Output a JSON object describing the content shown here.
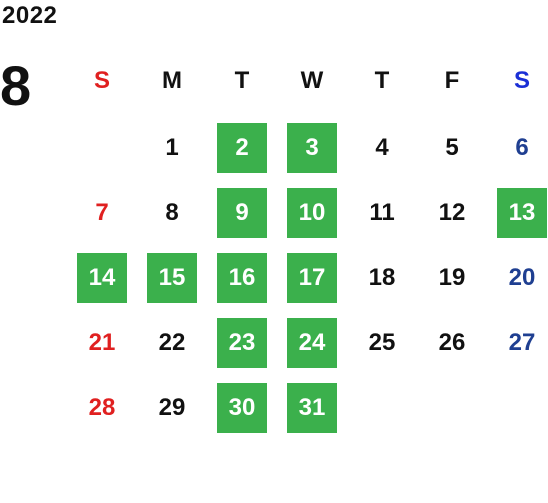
{
  "calendar": {
    "year": "2022",
    "month": "8",
    "weekdays": [
      "S",
      "M",
      "T",
      "W",
      "T",
      "F",
      "S"
    ],
    "weeks": [
      [
        "",
        "1",
        "2",
        "3",
        "4",
        "5",
        "6"
      ],
      [
        "7",
        "8",
        "9",
        "10",
        "11",
        "12",
        "13"
      ],
      [
        "14",
        "15",
        "16",
        "17",
        "18",
        "19",
        "20"
      ],
      [
        "21",
        "22",
        "23",
        "24",
        "25",
        "26",
        "27"
      ],
      [
        "28",
        "29",
        "30",
        "31",
        "",
        "",
        ""
      ]
    ],
    "highlighted_days": [
      "2",
      "3",
      "9",
      "10",
      "13",
      "14",
      "15",
      "16",
      "17",
      "23",
      "24",
      "30",
      "31"
    ],
    "colors": {
      "highlight": "#3bb04c",
      "sunday": "#e02020",
      "saturday": "#1f3f91",
      "saturday_header": "#1b2fd6",
      "text": "#111111"
    }
  }
}
